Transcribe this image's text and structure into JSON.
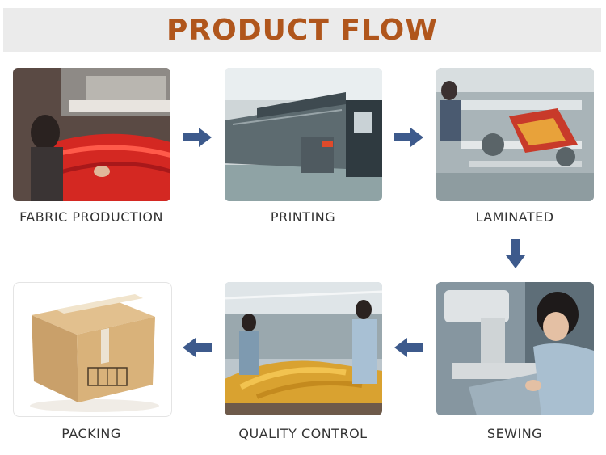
{
  "header": {
    "title": "PRODUCT FLOW"
  },
  "steps": [
    {
      "label": "FABRIC PRODUCTION",
      "image": "fabric-production-photo"
    },
    {
      "label": "PRINTING",
      "image": "printing-press-photo"
    },
    {
      "label": "LAMINATED",
      "image": "lamination-machine-photo"
    },
    {
      "label": "SEWING",
      "image": "sewing-photo"
    },
    {
      "label": "QUALITY CONTROL",
      "image": "quality-control-photo"
    },
    {
      "label": "PACKING",
      "image": "cardboard-box-icon"
    }
  ],
  "colors": {
    "title": "#b0561c",
    "banner": "#ebebeb",
    "arrow": "#3d5a8c",
    "caption": "#333333"
  },
  "icons": [
    "arrow-right-icon",
    "arrow-down-icon",
    "arrow-left-icon",
    "cardboard-box-icon"
  ]
}
